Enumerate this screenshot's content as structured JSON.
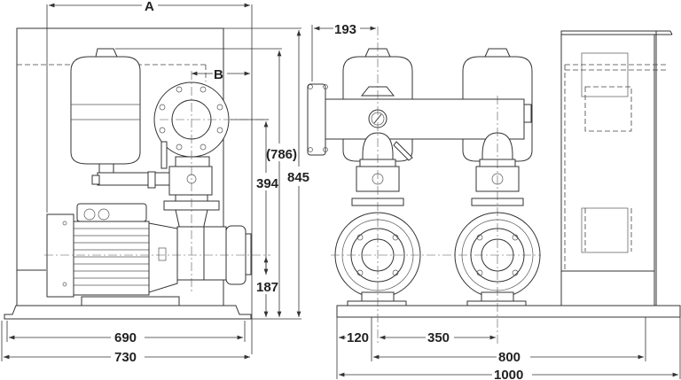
{
  "title": "Booster pump set dimension drawing",
  "side_view": {
    "dimensions": {
      "A": "A",
      "B": "B",
      "d786": "(786)",
      "d394": "394",
      "d845": "845",
      "d187": "187",
      "d690": "690",
      "d730": "730"
    }
  },
  "front_view": {
    "dimensions": {
      "d193": "193",
      "d120": "120",
      "d350": "350",
      "d800": "800",
      "d1000": "1000"
    }
  },
  "colors": {
    "line": "#333333",
    "background": "#ffffff"
  }
}
